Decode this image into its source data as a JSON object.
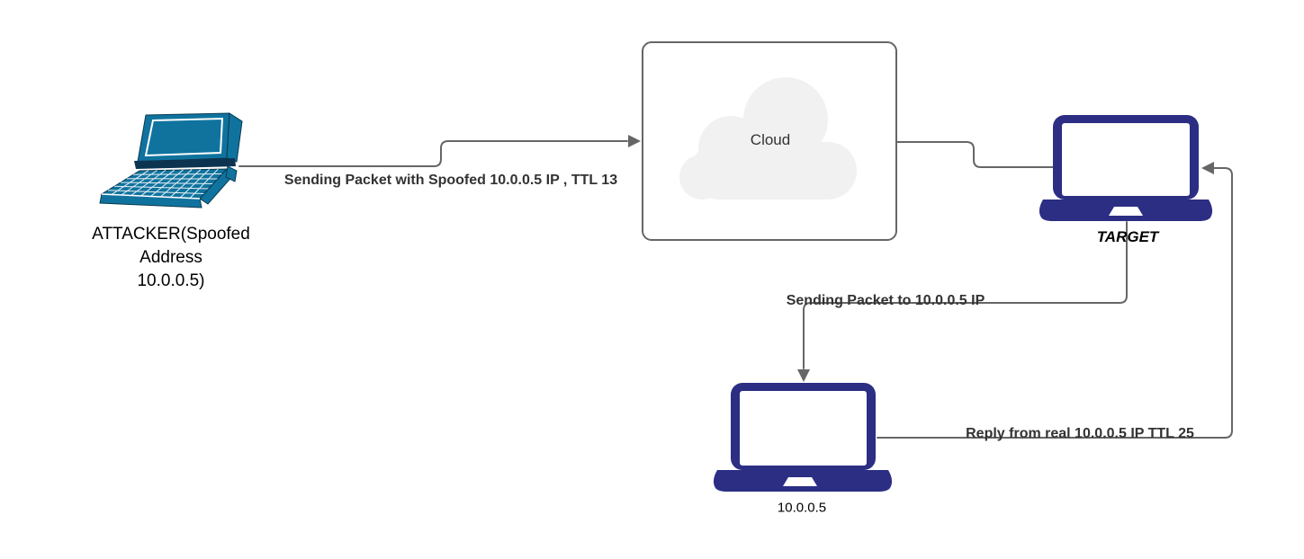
{
  "diagram": {
    "title": "IP spoofing network diagram",
    "colors": {
      "background": "#ffffff",
      "connector": "#666666",
      "edge_label_text": "#333333",
      "node_label_text": "#000000",
      "cloud_label_text": "#333333",
      "attacker_laptop": "#10739e",
      "attacker_laptop_dark": "#083a52",
      "attacker_laptop_hinge": "#0c3450",
      "mockup_laptop": "#2b2e83",
      "cloud_fill": "#f1f1f1",
      "cloud_box_fill": "#ffffff",
      "cloud_box_border": "#666666"
    },
    "nodes": {
      "attacker": {
        "label_lines": [
          "ATTACKER(Spoofed",
          "Address",
          "10.0.0.5)"
        ]
      },
      "cloud": {
        "label": "Cloud"
      },
      "target": {
        "label": "TARGET"
      },
      "real_host": {
        "label": "10.0.0.5"
      }
    },
    "edges": {
      "attack": {
        "label": "Sending Packet with Spoofed 10.0.0.5 IP , TTL 13"
      },
      "forward": {
        "label": "Sending Packet to 10.0.0.5 IP"
      },
      "reply": {
        "label": "Reply from real 10.0.0.5 IP TTL 25"
      }
    }
  }
}
